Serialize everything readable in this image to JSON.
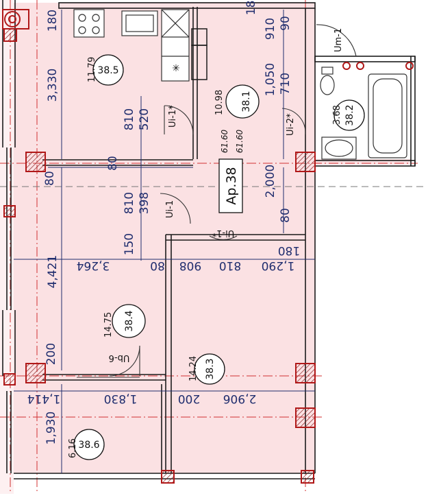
{
  "apartment": {
    "label": "Ap.38",
    "total_area_1": "61.60",
    "total_area_2": "61.60"
  },
  "rooms": [
    {
      "id": "38.5",
      "area": "11.79"
    },
    {
      "id": "38.1",
      "area": "10.98"
    },
    {
      "id": "38.2",
      "area": "3.68"
    },
    {
      "id": "38.4",
      "area": "14.75"
    },
    {
      "id": "38.3",
      "area": "14.24"
    },
    {
      "id": "38.6",
      "area": "6.16"
    }
  ],
  "doors": {
    "d1": "Ui-1*",
    "d2": "Ui-2*",
    "d3": "Ui-1",
    "d4": "Ui-1*",
    "d5": "Ub-6",
    "d6": "Um-1"
  },
  "dimensions": {
    "d180_top": "180",
    "d3330": "3,330",
    "d810a": "810",
    "d520": "520",
    "d80_mid": "80",
    "d80_left": "80",
    "d810b": "810",
    "d398": "398",
    "d150": "150",
    "d4421": "4,421",
    "d200_left": "200",
    "d1930": "1,930",
    "d910": "910",
    "d90": "90",
    "d180_tr": "180",
    "d1050": "1,050",
    "d710": "710",
    "d2000": "2,000",
    "d80_right": "80",
    "d180_mid": "180",
    "d1290": "1,290",
    "d810c": "810",
    "d908": "908",
    "d80_row": "80",
    "d3264": "3,264",
    "d1414": "1,414",
    "d1830": "1,830",
    "d200_row": "200",
    "d2906": "2,906"
  }
}
